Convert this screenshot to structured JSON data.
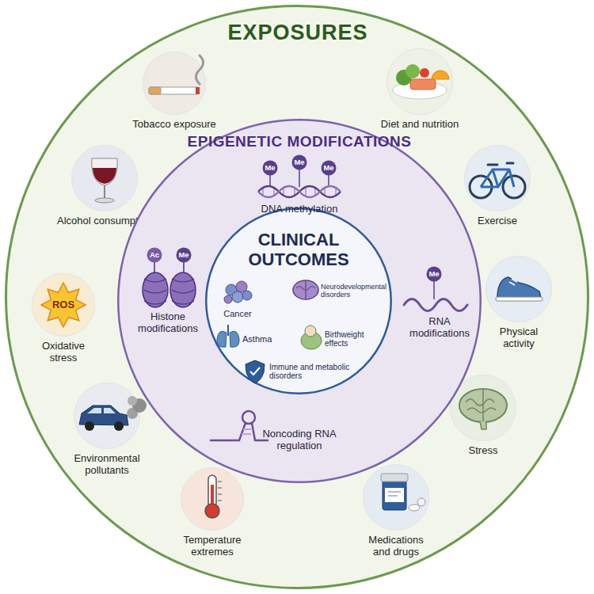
{
  "diagram": {
    "nodes": [
      {
        "text": [
          "EXPOSURES"
        ]
      },
      {
        "text": [
          "Tobacco exposure"
        ],
        "in": 0
      },
      {
        "text": [
          "Diet and nutrition"
        ],
        "in": 0
      },
      {
        "text": [
          "Alcohol consumption"
        ],
        "in": 0
      },
      {
        "text": [
          "Exercise"
        ],
        "in": 0
      },
      {
        "text": [
          "Oxidative stress"
        ],
        "in": 0
      },
      {
        "text": [
          "Physical activity"
        ],
        "in": 0
      },
      {
        "text": [
          "Environmental pollutants"
        ],
        "in": 0
      },
      {
        "text": [
          "Stress"
        ],
        "in": 0
      },
      {
        "text": [
          "Temperature extremes"
        ],
        "in": 0
      },
      {
        "text": [
          "Medications and drugs"
        ],
        "in": 0
      },
      {
        "text": [
          "EPIGENETIC MODIFICATIONS"
        ],
        "in": 0
      },
      {
        "text": [
          "CLINICAL OUTCOMES"
        ],
        "in": 11
      }
    ],
    "labels": [
      "Me",
      "Me",
      "Me",
      "DNA methylation",
      "Ac",
      "Me",
      "Me",
      "Histone modifications",
      "RNA modifications",
      "Noncoding RNA regulation",
      "Cancer",
      "Neurodevelopmental disorders",
      "Asthma",
      "Birthweight effects",
      "Immune and metabolic disorders",
      "ROS"
    ]
  }
}
